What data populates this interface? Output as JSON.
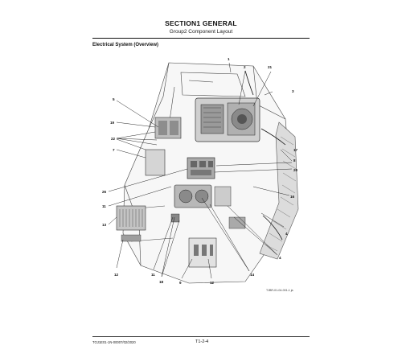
{
  "header": {
    "section_title": "SECTION1 GENERAL",
    "group_title": "Group2 Component Layout"
  },
  "content": {
    "heading": "Electrical System (Overview)",
    "figure_code": "TJBR-01-04-001-1 ja"
  },
  "callouts": [
    {
      "id": "c1",
      "text": "1"
    },
    {
      "id": "c2",
      "text": "2"
    },
    {
      "id": "c3",
      "text": "3"
    },
    {
      "id": "c4a",
      "text": "4"
    },
    {
      "id": "c4b",
      "text": "4"
    },
    {
      "id": "c5",
      "text": "5"
    },
    {
      "id": "c7",
      "text": "7"
    },
    {
      "id": "c8",
      "text": "8"
    },
    {
      "id": "c9",
      "text": "9"
    },
    {
      "id": "c10",
      "text": "10"
    },
    {
      "id": "c11a",
      "text": "11"
    },
    {
      "id": "c11b",
      "text": "11"
    },
    {
      "id": "c12a",
      "text": "12"
    },
    {
      "id": "c12b",
      "text": "12"
    },
    {
      "id": "c13",
      "text": "13"
    },
    {
      "id": "c14",
      "text": "14"
    },
    {
      "id": "c15",
      "text": "15"
    },
    {
      "id": "c16",
      "text": "16"
    },
    {
      "id": "c17",
      "text": "17"
    },
    {
      "id": "c18",
      "text": "18"
    },
    {
      "id": "c19",
      "text": "19"
    },
    {
      "id": "c20",
      "text": "20"
    },
    {
      "id": "c21",
      "text": "21"
    },
    {
      "id": "c22",
      "text": "22"
    },
    {
      "id": "c26",
      "text": "26"
    }
  ],
  "footer": {
    "doc_code": "TOJ1E01-1N-00007/02/2020",
    "page_number": "T1-2-4"
  }
}
